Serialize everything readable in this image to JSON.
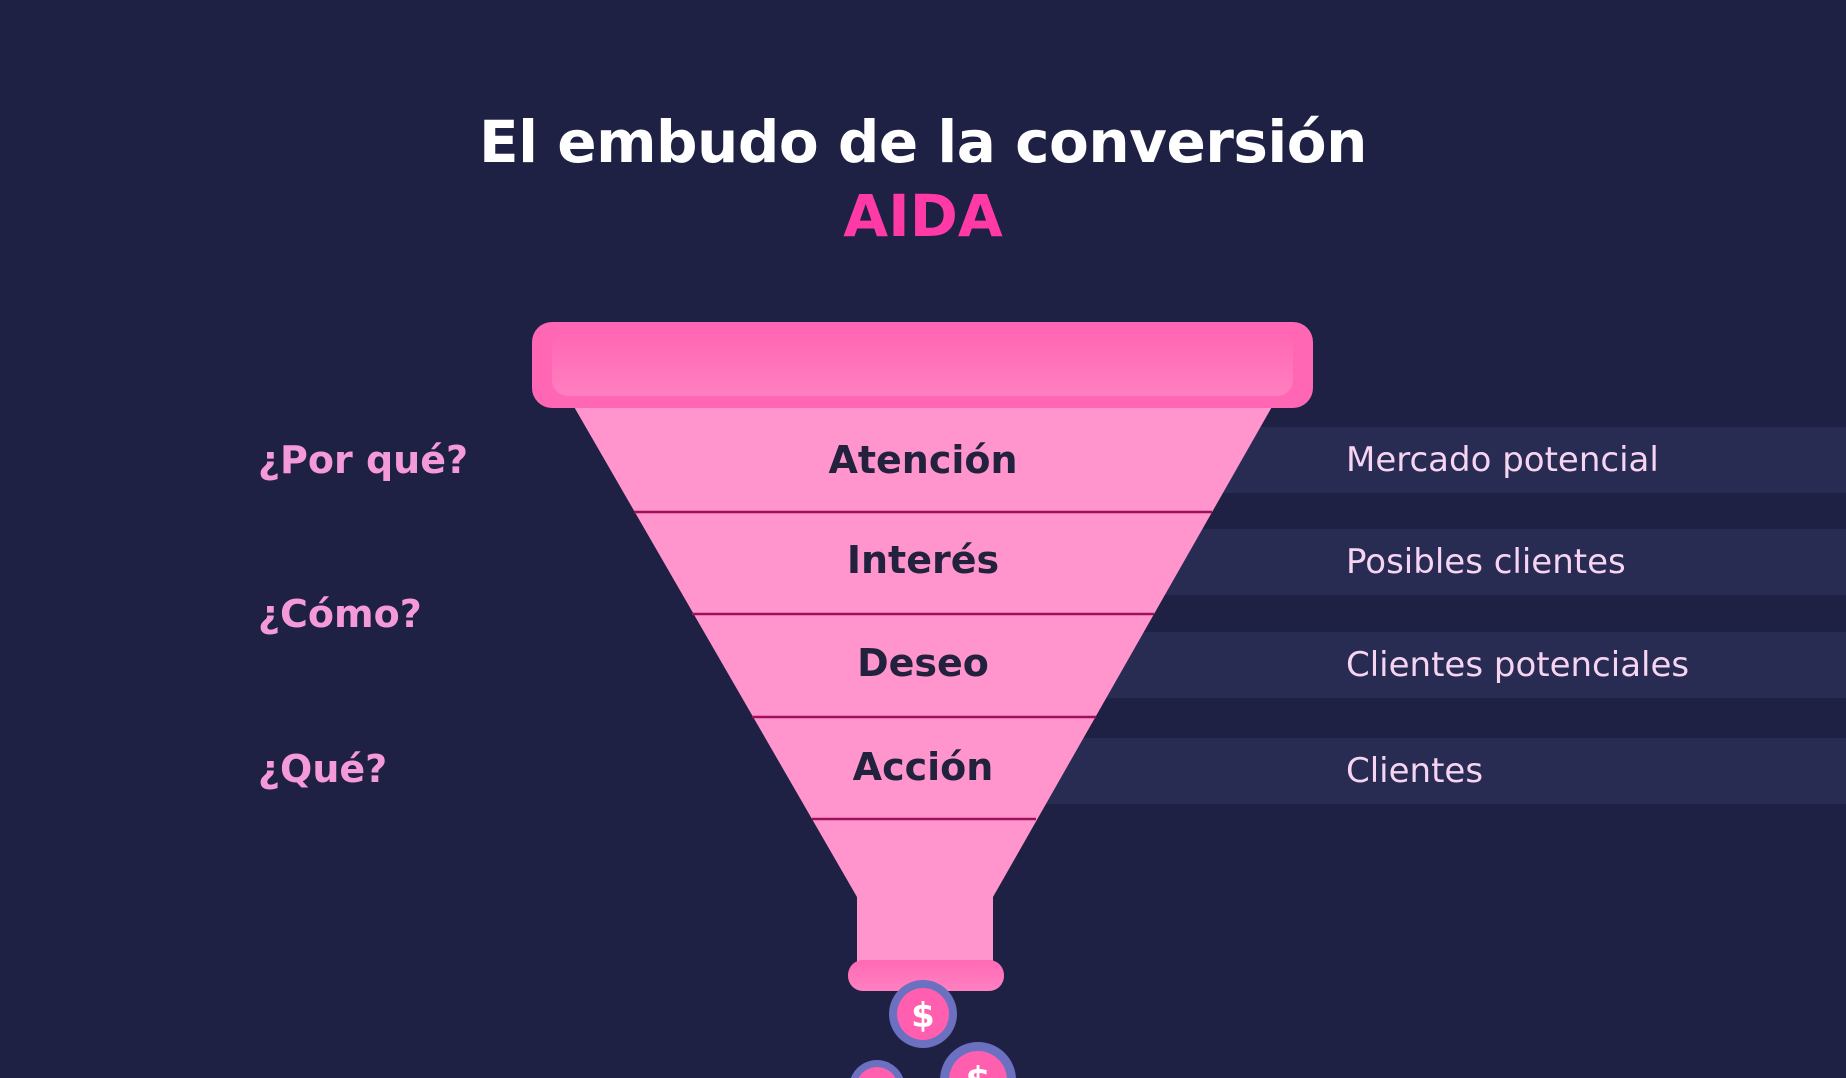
{
  "header": {
    "title": "El embudo de la conversión",
    "subtitle": "AIDA"
  },
  "questions": [
    {
      "label": "¿Por qué?"
    },
    {
      "label": "¿Cómo?"
    },
    {
      "label": "¿Qué?"
    }
  ],
  "funnel": {
    "stages": [
      {
        "label": "Atención",
        "description": "Mercado potencial"
      },
      {
        "label": "Interés",
        "description": "Posibles clientes"
      },
      {
        "label": "Deseo",
        "description": "Clientes potenciales"
      },
      {
        "label": "Acción",
        "description": "Clientes"
      }
    ],
    "coin_symbol": "$"
  },
  "colors": {
    "background": "#1e2044",
    "title": "#ffffff",
    "accent": "#ff3aa6",
    "funnel_body": "#ff95cc",
    "funnel_rim": "#ff6fb5",
    "divider": "#a0105a",
    "bar": "#282c52",
    "bar_text": "#f6d4f2",
    "question_text": "#f59ad8",
    "stage_text": "#22223f",
    "coin_ring": "#6b70c0",
    "coin_face": "#ff5fae"
  }
}
